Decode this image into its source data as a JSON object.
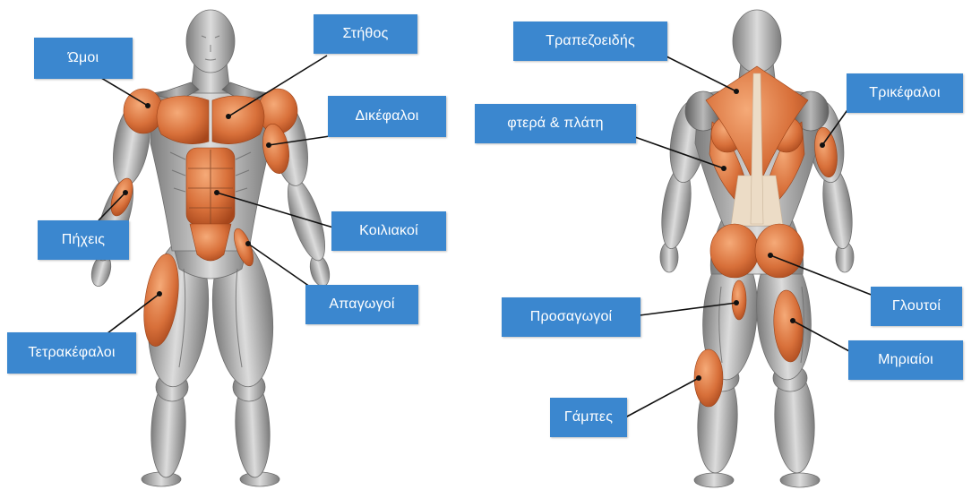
{
  "labels": {
    "front": {
      "shoulders": "Ώμοι",
      "chest": "Στήθος",
      "biceps": "Δικέφαλοι",
      "forearms": "Πήχεις",
      "abs": "Κοιλιακοί",
      "abductors": "Απαγωγοί",
      "quadriceps": "Τετρακέφαλοι"
    },
    "back": {
      "trapezius": "Τραπεζοειδής",
      "lats": "φτερά & πλάτη",
      "triceps": "Τρικέφαλοι",
      "glutes": "Γλουτοί",
      "adductors": "Προσαγωγοί",
      "hamstrings": "Μηριαίοι",
      "calves": "Γάμπες"
    }
  },
  "colors": {
    "label_background": "#3b87cf",
    "label_text": "#ffffff",
    "highlighted_muscle": "#d8703a",
    "body": "#a9a9a9"
  }
}
